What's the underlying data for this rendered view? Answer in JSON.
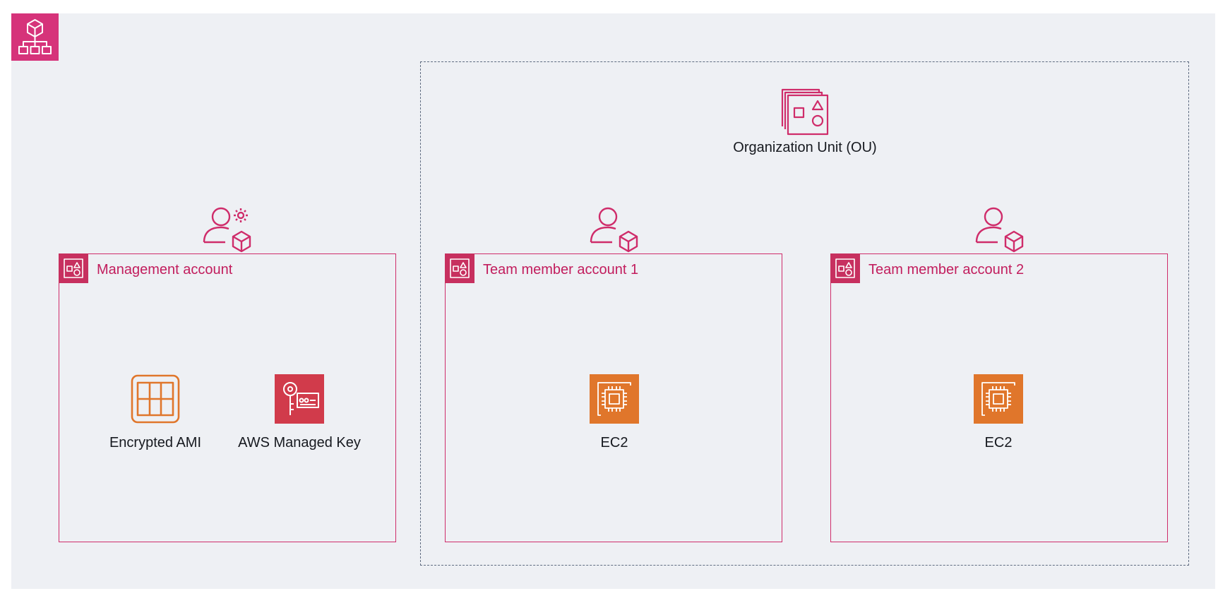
{
  "diagram": {
    "ou": {
      "label": "Organization Unit (OU)"
    },
    "accounts": [
      {
        "title": "Management account",
        "services": [
          {
            "name": "Encrypted AMI",
            "icon": "ami-icon"
          },
          {
            "name": "AWS Managed Key",
            "icon": "kms-key-icon"
          }
        ]
      },
      {
        "title": "Team member account 1",
        "services": [
          {
            "name": "EC2",
            "icon": "ec2-icon"
          }
        ]
      },
      {
        "title": "Team member account 2",
        "services": [
          {
            "name": "EC2",
            "icon": "ec2-icon"
          }
        ]
      }
    ],
    "colors": {
      "organizations": "#d6337a",
      "account_border": "#cf2c6a",
      "account_title": "#c21d5d",
      "ec2": "#e0762b",
      "kms": "#d13b4b",
      "ami": "#e0762b",
      "ou_border": "#5e6b80",
      "canvas": "#eef0f4"
    }
  }
}
